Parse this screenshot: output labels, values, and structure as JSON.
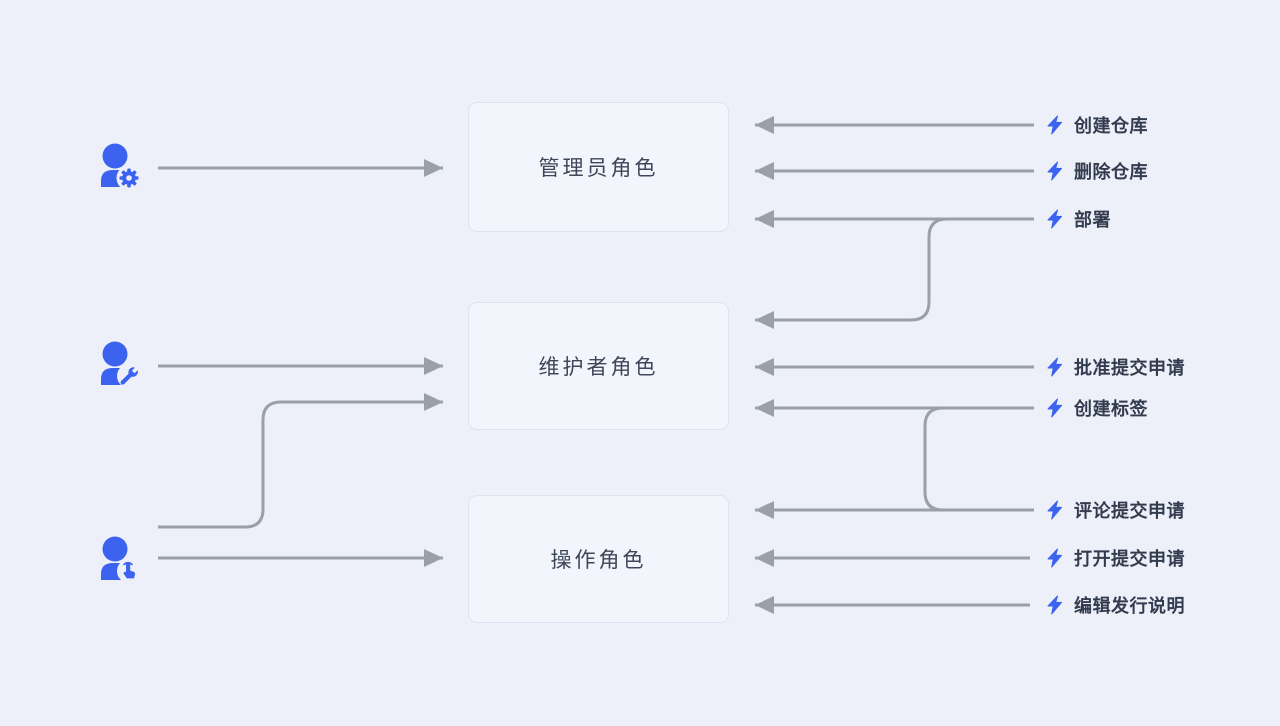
{
  "diagram": {
    "title": "repository-role-permission-diagram",
    "colors": {
      "background": "#edf0f8",
      "box_fill": "#f2f5fb",
      "box_border": "#dce3f2",
      "role_text": "#3e4758",
      "permission_text": "#333b4f",
      "arrow_gray": "#9aa0a8",
      "accent_blue": "#3c62f0"
    }
  },
  "roles": [
    {
      "id": "admin",
      "label": "管理员角色"
    },
    {
      "id": "maintainer",
      "label": "维护者角色"
    },
    {
      "id": "operator",
      "label": "操作角色"
    }
  ],
  "actors": [
    {
      "id": "admin-user",
      "icon": "user-gear-icon",
      "connects_to": [
        "管理员角色"
      ]
    },
    {
      "id": "maintainer-user",
      "icon": "user-wrench-icon",
      "connects_to": [
        "维护者角色"
      ]
    },
    {
      "id": "operator-user",
      "icon": "user-tap-icon",
      "connects_to": [
        "操作角色",
        "维护者角色"
      ]
    }
  ],
  "permissions": [
    {
      "label": "创建仓库",
      "icon": "lightning-icon",
      "targets": [
        "管理员角色"
      ]
    },
    {
      "label": "删除仓库",
      "icon": "lightning-icon",
      "targets": [
        "管理员角色"
      ]
    },
    {
      "label": "部署",
      "icon": "lightning-icon",
      "targets": [
        "管理员角色",
        "维护者角色"
      ]
    },
    {
      "label": "批准提交申请",
      "icon": "lightning-icon",
      "targets": [
        "维护者角色"
      ]
    },
    {
      "label": "创建标签",
      "icon": "lightning-icon",
      "targets": [
        "维护者角色"
      ]
    },
    {
      "label": "评论提交申请",
      "icon": "lightning-icon",
      "targets": [
        "操作角色",
        "维护者角色"
      ]
    },
    {
      "label": "打开提交申请",
      "icon": "lightning-icon",
      "targets": [
        "操作角色"
      ]
    },
    {
      "label": "编辑发行说明",
      "icon": "lightning-icon",
      "targets": [
        "操作角色"
      ]
    }
  ]
}
